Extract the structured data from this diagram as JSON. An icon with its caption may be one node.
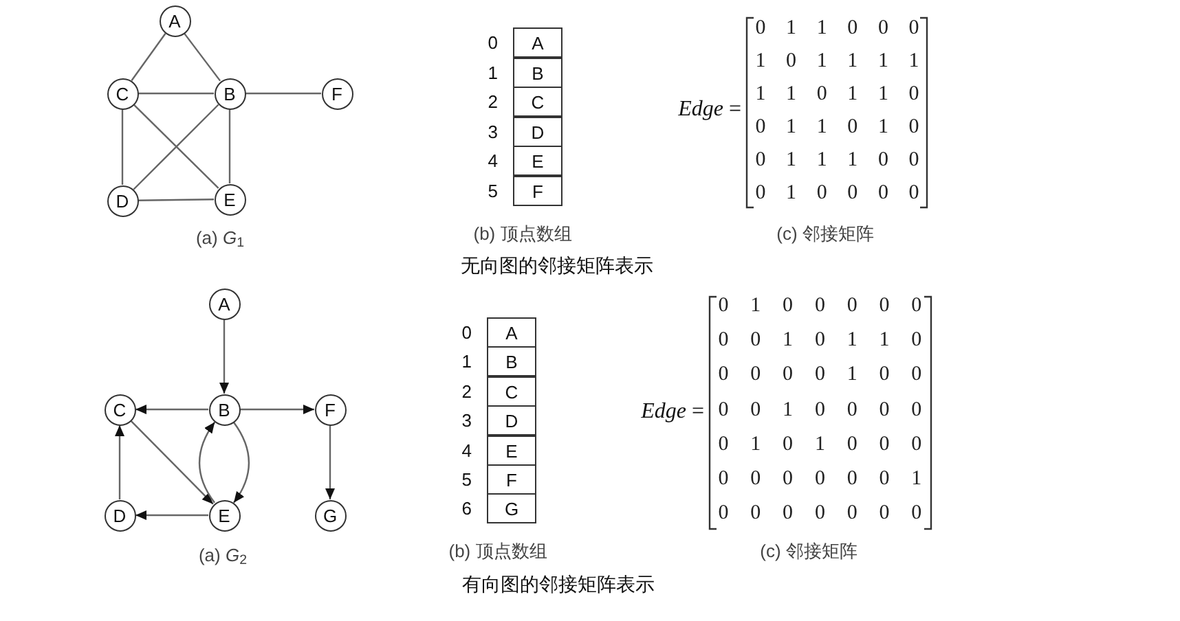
{
  "diagram": {
    "nodes": [
      {
        "text": [
          "A"
        ]
      },
      {
        "text": [
          "C"
        ]
      },
      {
        "text": [
          "B"
        ]
      },
      {
        "text": [
          "F"
        ]
      },
      {
        "text": [
          "D"
        ]
      },
      {
        "text": [
          "E"
        ]
      },
      {
        "text": [
          "A"
        ],
        "beside": [
          "0"
        ]
      },
      {
        "text": [
          "B"
        ],
        "beside": [
          "1"
        ]
      },
      {
        "text": [
          "C"
        ],
        "beside": [
          "2"
        ]
      },
      {
        "text": [
          "D"
        ],
        "beside": [
          "3"
        ]
      },
      {
        "text": [
          "E"
        ],
        "beside": [
          "4"
        ]
      },
      {
        "text": [
          "F"
        ],
        "beside": [
          "5"
        ]
      },
      {
        "text": [
          "A"
        ]
      },
      {
        "text": [
          "C"
        ]
      },
      {
        "text": [
          "B"
        ]
      },
      {
        "text": [
          "F"
        ]
      },
      {
        "text": [
          "D"
        ]
      },
      {
        "text": [
          "E"
        ]
      },
      {
        "text": [
          "G"
        ]
      },
      {
        "text": [
          "A"
        ],
        "beside": [
          "0"
        ]
      },
      {
        "text": [
          "B"
        ],
        "beside": [
          "1"
        ]
      },
      {
        "text": [
          "C"
        ],
        "beside": [
          "2"
        ]
      },
      {
        "text": [
          "D"
        ],
        "beside": [
          "3"
        ]
      },
      {
        "text": [
          "E"
        ],
        "beside": [
          "4"
        ]
      },
      {
        "text": [
          "F"
        ],
        "beside": [
          "5"
        ]
      },
      {
        "text": [
          "G"
        ],
        "beside": [
          "6"
        ]
      }
    ],
    "edges": [
      {
        "from": 0,
        "to": 1,
        "arrow": "none"
      },
      {
        "from": 0,
        "to": 2,
        "arrow": "none"
      },
      {
        "from": 1,
        "to": 2,
        "arrow": "none"
      },
      {
        "from": 2,
        "to": 3,
        "arrow": "none"
      },
      {
        "from": 1,
        "to": 4,
        "arrow": "none"
      },
      {
        "from": 1,
        "to": 5,
        "arrow": "none"
      },
      {
        "from": 2,
        "to": 4,
        "arrow": "none"
      },
      {
        "from": 2,
        "to": 5,
        "arrow": "none"
      },
      {
        "from": 4,
        "to": 5,
        "arrow": "none"
      },
      {
        "from": 12,
        "to": 14,
        "arrow": "to"
      },
      {
        "from": 14,
        "to": 13,
        "arrow": "to"
      },
      {
        "from": 14,
        "to": 15,
        "arrow": "to"
      },
      {
        "from": 13,
        "to": 17,
        "arrow": "to"
      },
      {
        "from": 14,
        "to": 17,
        "arrow": "to"
      },
      {
        "from": 17,
        "to": 14,
        "arrow": "to"
      },
      {
        "from": 16,
        "to": 13,
        "arrow": "to"
      },
      {
        "from": 17,
        "to": 16,
        "arrow": "to"
      },
      {
        "from": 15,
        "to": 18,
        "arrow": "to"
      }
    ],
    "labels": [
      "*Edge* =",
      "0",
      "1",
      "1",
      "0",
      "0",
      "0",
      "1",
      "0",
      "1",
      "1",
      "1",
      "1",
      "1",
      "1",
      "0",
      "1",
      "1",
      "0",
      "0",
      "1",
      "1",
      "0",
      "1",
      "0",
      "0",
      "1",
      "1",
      "1",
      "0",
      "0",
      "0",
      "1",
      "0",
      "0",
      "0",
      "0",
      "(a) *G*$_{1}$",
      "(b) 顶点数组",
      "(c) 邻接矩阵",
      "无向图的邻接矩阵表示",
      "*Edge* =",
      "0",
      "1",
      "0",
      "0",
      "0",
      "0",
      "0",
      "0",
      "0",
      "1",
      "0",
      "1",
      "1",
      "0",
      "0",
      "0",
      "0",
      "0",
      "1",
      "0",
      "0",
      "0",
      "0",
      "1",
      "0",
      "0",
      "0",
      "0",
      "0",
      "1",
      "0",
      "1",
      "0",
      "0",
      "0",
      "0",
      "0",
      "0",
      "0",
      "0",
      "0",
      "1",
      "0",
      "0",
      "0",
      "0",
      "0",
      "0",
      "0",
      "(a) *G*$_{2}$",
      "(b) 顶点数组",
      "(c) 邻接矩阵",
      "有向图的邻接矩阵表示"
    ]
  }
}
